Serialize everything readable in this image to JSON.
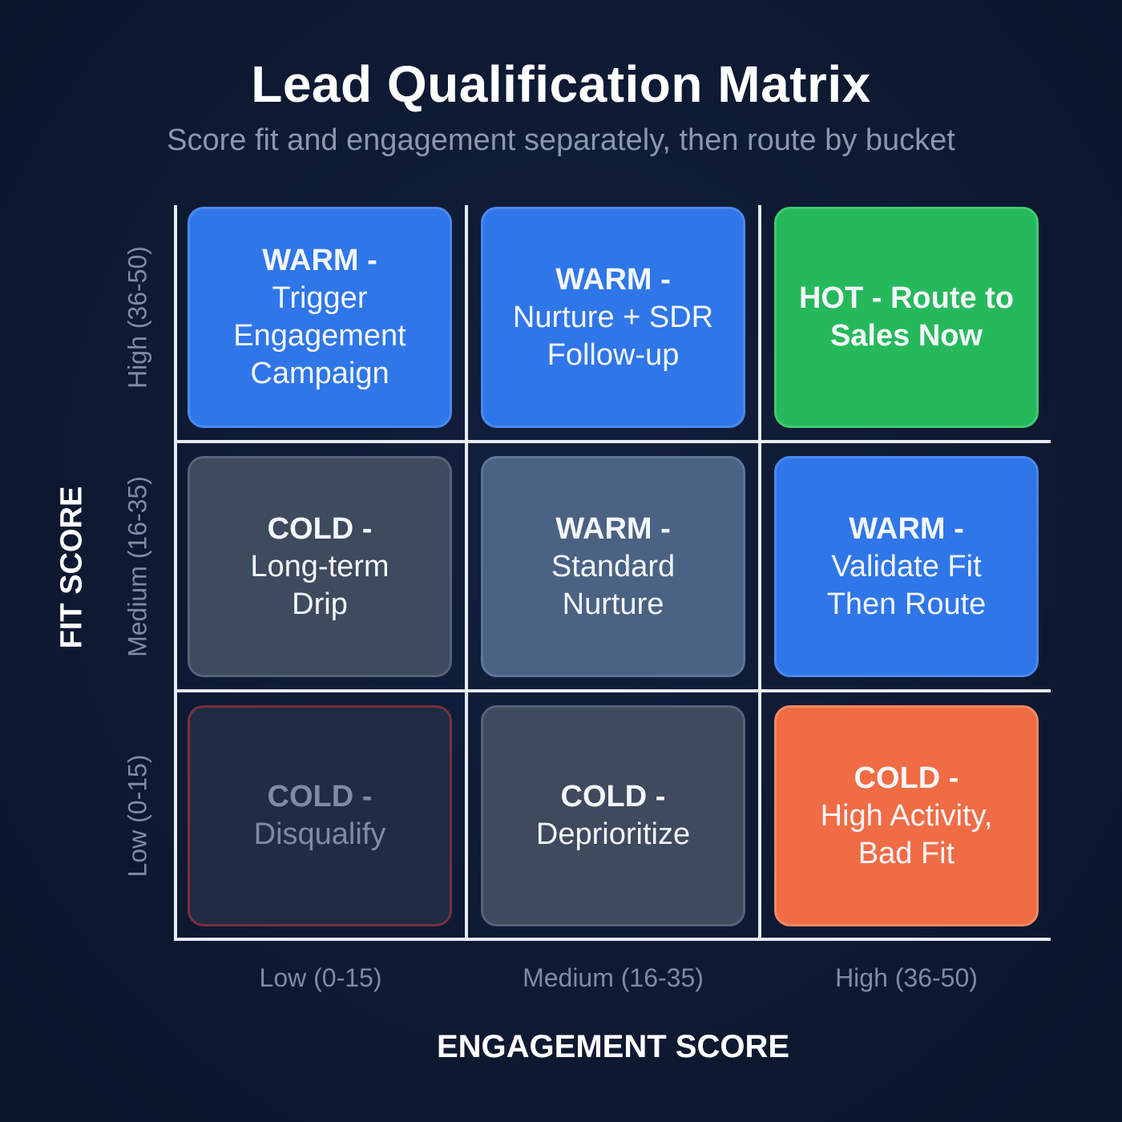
{
  "header": {
    "title": "Lead Qualification Matrix",
    "subtitle": "Score fit and engagement separately, then route by bucket"
  },
  "axes": {
    "y_title": "FIT SCORE",
    "x_title": "ENGAGEMENT SCORE",
    "y_labels": [
      "High (36-50)",
      "Medium (16-35)",
      "Low (0-15)"
    ],
    "x_labels": [
      "Low (0-15)",
      "Medium (16-35)",
      "High (36-50)"
    ]
  },
  "colors": {
    "background": "#0e1a33",
    "warm_blue": "#2f76e8",
    "hot_green": "#25b95c",
    "cold_orange": "#f06c45",
    "cold_slate": "#3e4a5e",
    "warm_steel": "#4a6283",
    "disqualify_border": "#7a2f3b"
  },
  "matrix": {
    "cells": [
      {
        "fit": "High",
        "engagement": "Low",
        "bucket": "WARM -",
        "action": "Trigger Engagement Campaign"
      },
      {
        "fit": "High",
        "engagement": "Medium",
        "bucket": "WARM -",
        "action": "Nurture + SDR Follow-up"
      },
      {
        "fit": "High",
        "engagement": "High",
        "bucket": "HOT - Route to",
        "action": "Sales Now"
      },
      {
        "fit": "Medium",
        "engagement": "Low",
        "bucket": "COLD -",
        "action": "Long-term Drip"
      },
      {
        "fit": "Medium",
        "engagement": "Medium",
        "bucket": "WARM -",
        "action": "Standard Nurture"
      },
      {
        "fit": "Medium",
        "engagement": "High",
        "bucket": "WARM -",
        "action": "Validate Fit Then Route"
      },
      {
        "fit": "Low",
        "engagement": "Low",
        "bucket": "COLD -",
        "action": "Disqualify"
      },
      {
        "fit": "Low",
        "engagement": "Medium",
        "bucket": "COLD -",
        "action": "Deprioritize"
      },
      {
        "fit": "Low",
        "engagement": "High",
        "bucket": "COLD -",
        "action": "High Activity, Bad Fit"
      }
    ]
  }
}
